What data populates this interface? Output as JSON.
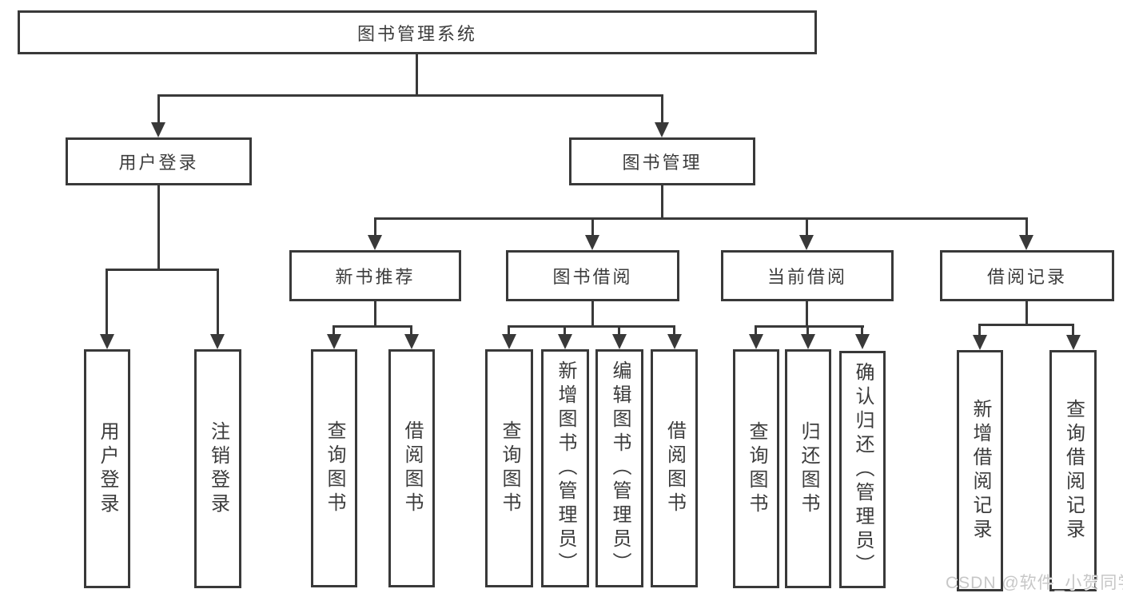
{
  "tree": {
    "root": {
      "label": "图书管理系统"
    },
    "branches": [
      {
        "label": "用户登录",
        "children": [
          {
            "label": "用户登录"
          },
          {
            "label": "注销登录"
          }
        ]
      },
      {
        "label": "图书管理",
        "children": [
          {
            "label": "新书推荐",
            "children": [
              {
                "label": "查询图书"
              },
              {
                "label": "借阅图书"
              }
            ]
          },
          {
            "label": "图书借阅",
            "children": [
              {
                "label": "查询图书"
              },
              {
                "label": "新增图书（管理员）"
              },
              {
                "label": "编辑图书（管理员）"
              },
              {
                "label": "借阅图书"
              }
            ]
          },
          {
            "label": "当前借阅",
            "children": [
              {
                "label": "查询图书"
              },
              {
                "label": "归还图书"
              },
              {
                "label": "确认归还（管理员）"
              }
            ]
          },
          {
            "label": "借阅记录",
            "children": [
              {
                "label": "新增借阅记录"
              },
              {
                "label": "查询借阅记录"
              }
            ]
          }
        ]
      }
    ],
    "watermark": "CSDN @软件_小贺同学"
  },
  "colors": {
    "line": "#393939",
    "text": "#3c3c3c",
    "watermark": "#c7c7c7",
    "background": "#ffffff"
  }
}
